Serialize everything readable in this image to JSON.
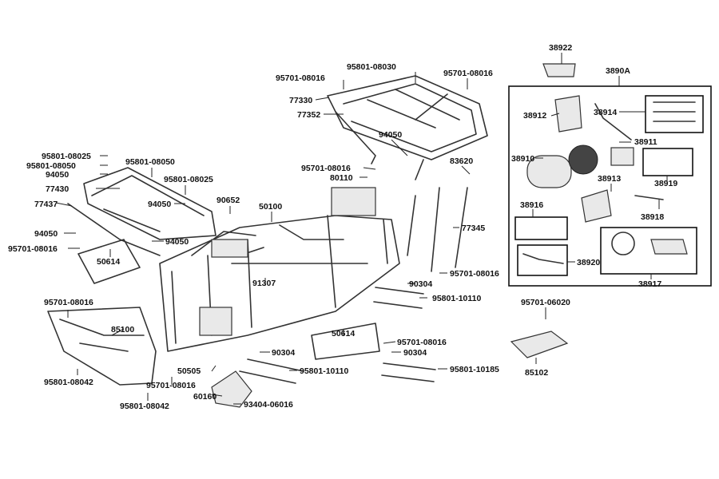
{
  "callouts": [
    {
      "id": "c01",
      "text": "38922"
    },
    {
      "id": "c02",
      "text": "3890A"
    },
    {
      "id": "c03",
      "text": "95801-08030"
    },
    {
      "id": "c04",
      "text": "95701-08016"
    },
    {
      "id": "c05",
      "text": "95701-08016"
    },
    {
      "id": "c06",
      "text": "77330"
    },
    {
      "id": "c07",
      "text": "77352"
    },
    {
      "id": "c08",
      "text": "38912"
    },
    {
      "id": "c09",
      "text": "38914"
    },
    {
      "id": "c10",
      "text": "38911"
    },
    {
      "id": "c11",
      "text": "94050"
    },
    {
      "id": "c12",
      "text": "95801-08025"
    },
    {
      "id": "c13",
      "text": "95801-08050"
    },
    {
      "id": "c14",
      "text": "95801-08050"
    },
    {
      "id": "c15",
      "text": "94050"
    },
    {
      "id": "c16",
      "text": "95801-08025"
    },
    {
      "id": "c17",
      "text": "77430"
    },
    {
      "id": "c18",
      "text": "77437"
    },
    {
      "id": "c19",
      "text": "94050"
    },
    {
      "id": "c20",
      "text": "90652"
    },
    {
      "id": "c21",
      "text": "95701-08016"
    },
    {
      "id": "c22",
      "text": "80110"
    },
    {
      "id": "c23",
      "text": "83620"
    },
    {
      "id": "c24",
      "text": "38910"
    },
    {
      "id": "c25",
      "text": "38919"
    },
    {
      "id": "c26",
      "text": "38913"
    },
    {
      "id": "c27",
      "text": "50100"
    },
    {
      "id": "c28",
      "text": "38916"
    },
    {
      "id": "c29",
      "text": "38918"
    },
    {
      "id": "c30",
      "text": "77345"
    },
    {
      "id": "c31",
      "text": "94050"
    },
    {
      "id": "c32",
      "text": "94050"
    },
    {
      "id": "c33",
      "text": "95701-08016"
    },
    {
      "id": "c34",
      "text": "50614"
    },
    {
      "id": "c35",
      "text": "38920"
    },
    {
      "id": "c36",
      "text": "38917"
    },
    {
      "id": "c37",
      "text": "95701-08016"
    },
    {
      "id": "c38",
      "text": "91307"
    },
    {
      "id": "c39",
      "text": "90304"
    },
    {
      "id": "c40",
      "text": "95801-10110"
    },
    {
      "id": "c41",
      "text": "95701-08016"
    },
    {
      "id": "c42",
      "text": "95701-06020"
    },
    {
      "id": "c43",
      "text": "85100"
    },
    {
      "id": "c44",
      "text": "50614"
    },
    {
      "id": "c45",
      "text": "95701-08016"
    },
    {
      "id": "c46",
      "text": "90304"
    },
    {
      "id": "c47",
      "text": "90304"
    },
    {
      "id": "c48",
      "text": "50505"
    },
    {
      "id": "c49",
      "text": "95801-10110"
    },
    {
      "id": "c50",
      "text": "95801-10185"
    },
    {
      "id": "c51",
      "text": "85102"
    },
    {
      "id": "c52",
      "text": "95801-08042"
    },
    {
      "id": "c53",
      "text": "95701-08016"
    },
    {
      "id": "c54",
      "text": "60160"
    },
    {
      "id": "c55",
      "text": "93404-06016"
    },
    {
      "id": "c56",
      "text": "95801-08042"
    }
  ]
}
